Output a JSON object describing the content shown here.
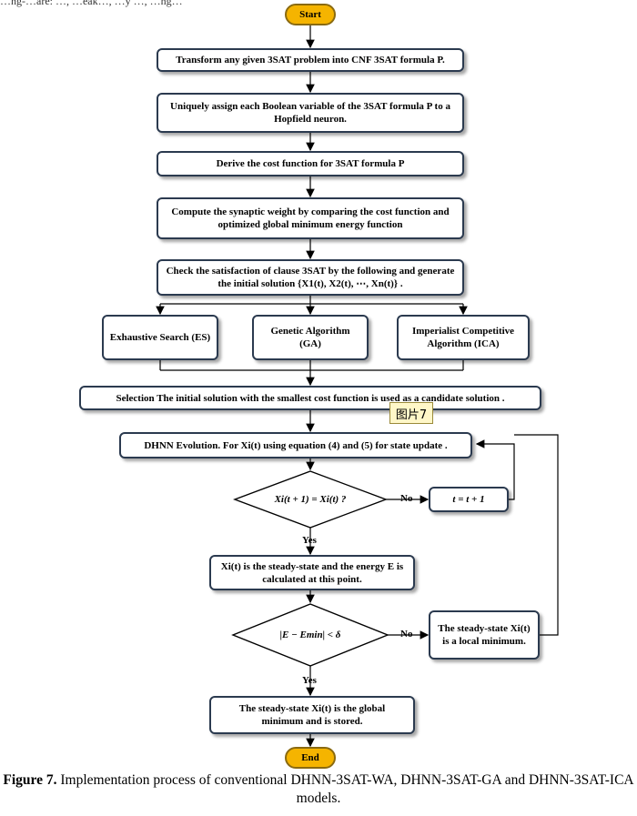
{
  "top_fragment": "…ng-…are: …, …eak…, …y …, …ng…",
  "start_label": "Start",
  "end_label": "End",
  "steps": {
    "transform": "Transform any given 3SAT problem into CNF 3SAT formula P.",
    "assign": "Uniquely assign each Boolean variable of the 3SAT formula P to a Hopfield neuron.",
    "derive": "Derive the cost function for 3SAT formula P",
    "compute": "Compute the synaptic weight by comparing the cost function and optimized global minimum energy function",
    "check": "Check the satisfaction of clause 3SAT by the following and generate the initial solution {X1(t), X2(t), ⋯, Xn(t)} .",
    "selection": "Selection The initial solution with the smallest cost function is used as a candidate solution .",
    "dhnn": "DHNN Evolution. For Xi(t) using equation (4) and (5) for state update .",
    "steady": "Xi(t) is the steady-state and the energy E is calculated at this point.",
    "global": "The steady-state Xi(t) is the global minimum and is stored.",
    "increment": "t = t + 1",
    "local": "The steady-state Xi(t) is a local minimum."
  },
  "methods": {
    "es": "Exhaustive Search (ES)",
    "ga": "Genetic Algorithm (GA)",
    "ica": "Imperialist Competitive Algorithm (ICA)"
  },
  "decisions": {
    "converge": "Xi(t + 1) = Xi(t) ?",
    "energy": "|E − Emin| < δ"
  },
  "edge_labels": {
    "yes": "Yes",
    "no": "No"
  },
  "tag_label": "图片7",
  "caption": {
    "label": "Figure 7.",
    "text": " Implementation process of conventional DHNN-3SAT-WA, DHNN-3SAT-GA and DHNN-3SAT-ICA models."
  }
}
